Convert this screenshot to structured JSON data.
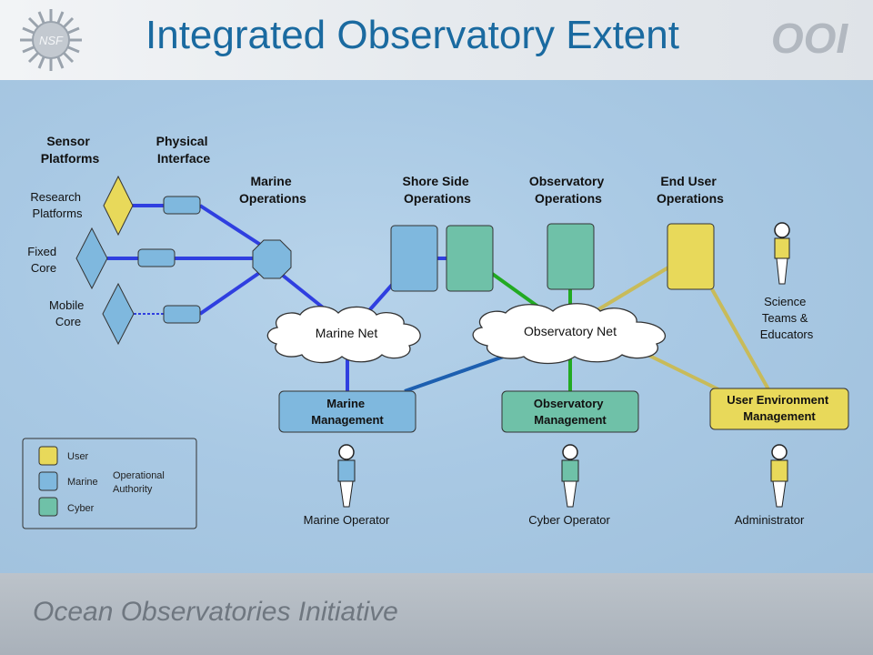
{
  "title": "Integrated Observatory Extent",
  "footer": "Ocean Observatories Initiative",
  "logos": {
    "left": "NSF",
    "right": "OOI"
  },
  "columns": {
    "sensor_platforms": [
      "Sensor",
      "Platforms"
    ],
    "physical_interface": [
      "Physical",
      "Interface"
    ],
    "marine_operations": [
      "Marine",
      "Operations"
    ],
    "shore_side_operations": [
      "Shore Side",
      "Operations"
    ],
    "observatory_operations": [
      "Observatory",
      "Operations"
    ],
    "end_user_operations": [
      "End User",
      "Operations"
    ]
  },
  "platforms": {
    "research": [
      "Research",
      "Platforms"
    ],
    "fixed": [
      "Fixed",
      "Core"
    ],
    "mobile": [
      "Mobile",
      "Core"
    ]
  },
  "networks": {
    "marine_net": "Marine Net",
    "observatory_net": "Observatory Net"
  },
  "management": {
    "marine": [
      "Marine",
      "Management"
    ],
    "observatory": [
      "Observatory",
      "Management"
    ],
    "user_env": [
      "User Environment",
      "Management"
    ]
  },
  "actors": {
    "science": [
      "Science",
      "Teams &",
      "Educators"
    ],
    "marine_operator": "Marine Operator",
    "cyber_operator": "Cyber Operator",
    "administrator": "Administrator"
  },
  "legend": {
    "user": "User",
    "marine": "Marine",
    "cyber": "Cyber",
    "authority": [
      "Operational",
      "Authority"
    ]
  },
  "colors": {
    "user": "#e8d95a",
    "marine": "#7fb8de",
    "cyber": "#6fc1a8",
    "link_blue": "#2f3fe0",
    "link_green": "#22aa22",
    "link_olive": "#c8bb5a",
    "title": "#1a6aa0"
  }
}
